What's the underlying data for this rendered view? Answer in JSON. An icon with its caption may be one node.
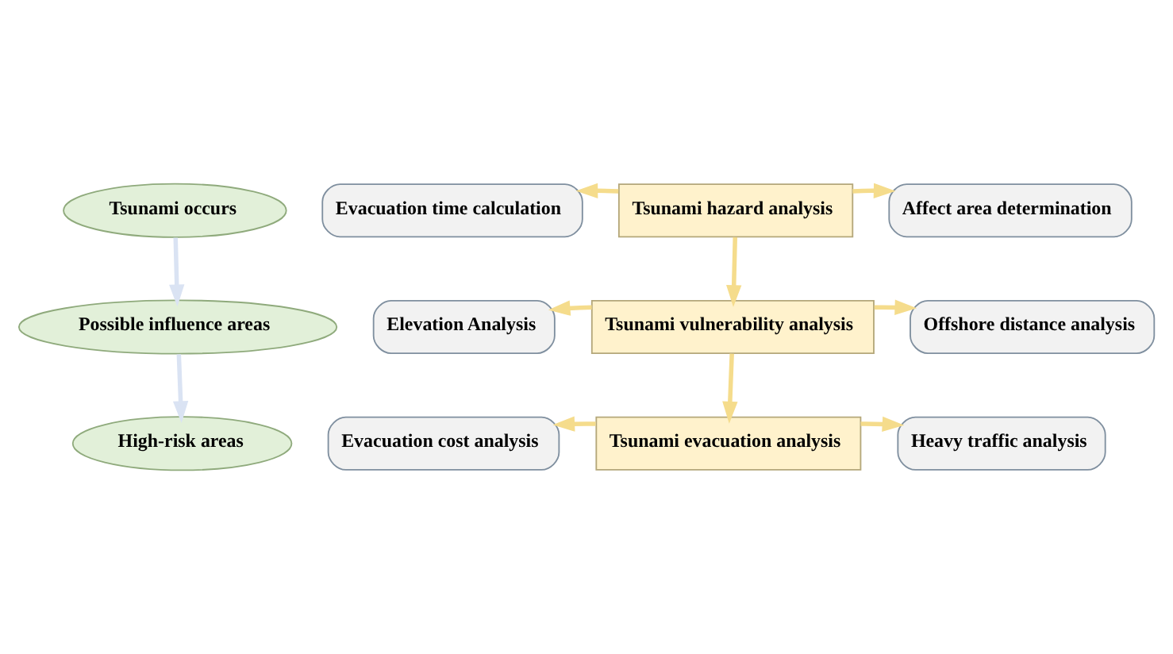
{
  "diagram": {
    "nodes": [
      {
        "text": [
          "Tsunami occurs"
        ]
      },
      {
        "text": [
          "Possible influence areas"
        ]
      },
      {
        "text": [
          "High-risk areas"
        ]
      },
      {
        "text": [
          "Evacuation time calculation"
        ]
      },
      {
        "text": [
          "Tsunami hazard analysis"
        ]
      },
      {
        "text": [
          "Affect area determination"
        ]
      },
      {
        "text": [
          "Elevation Analysis"
        ]
      },
      {
        "text": [
          "Tsunami vulnerability analysis"
        ]
      },
      {
        "text": [
          "Offshore distance analysis"
        ]
      },
      {
        "text": [
          "Evacuation cost analysis"
        ]
      },
      {
        "text": [
          "Tsunami evacuation analysis"
        ]
      },
      {
        "text": [
          "Heavy traffic analysis"
        ]
      }
    ],
    "edges": [
      {
        "from": 0,
        "to": 1,
        "arrow": "to",
        "color": "#dae3f3"
      },
      {
        "from": 1,
        "to": 2,
        "arrow": "to",
        "color": "#dae3f3"
      },
      {
        "from": 4,
        "to": 3,
        "arrow": "to"
      },
      {
        "from": 4,
        "to": 5,
        "arrow": "to"
      },
      {
        "from": 4,
        "to": 7,
        "arrow": "to"
      },
      {
        "from": 7,
        "to": 6,
        "arrow": "to"
      },
      {
        "from": 7,
        "to": 8,
        "arrow": "to"
      },
      {
        "from": 7,
        "to": 10,
        "arrow": "to"
      },
      {
        "from": 10,
        "to": 9,
        "arrow": "to"
      },
      {
        "from": 10,
        "to": 11,
        "arrow": "to"
      }
    ]
  }
}
